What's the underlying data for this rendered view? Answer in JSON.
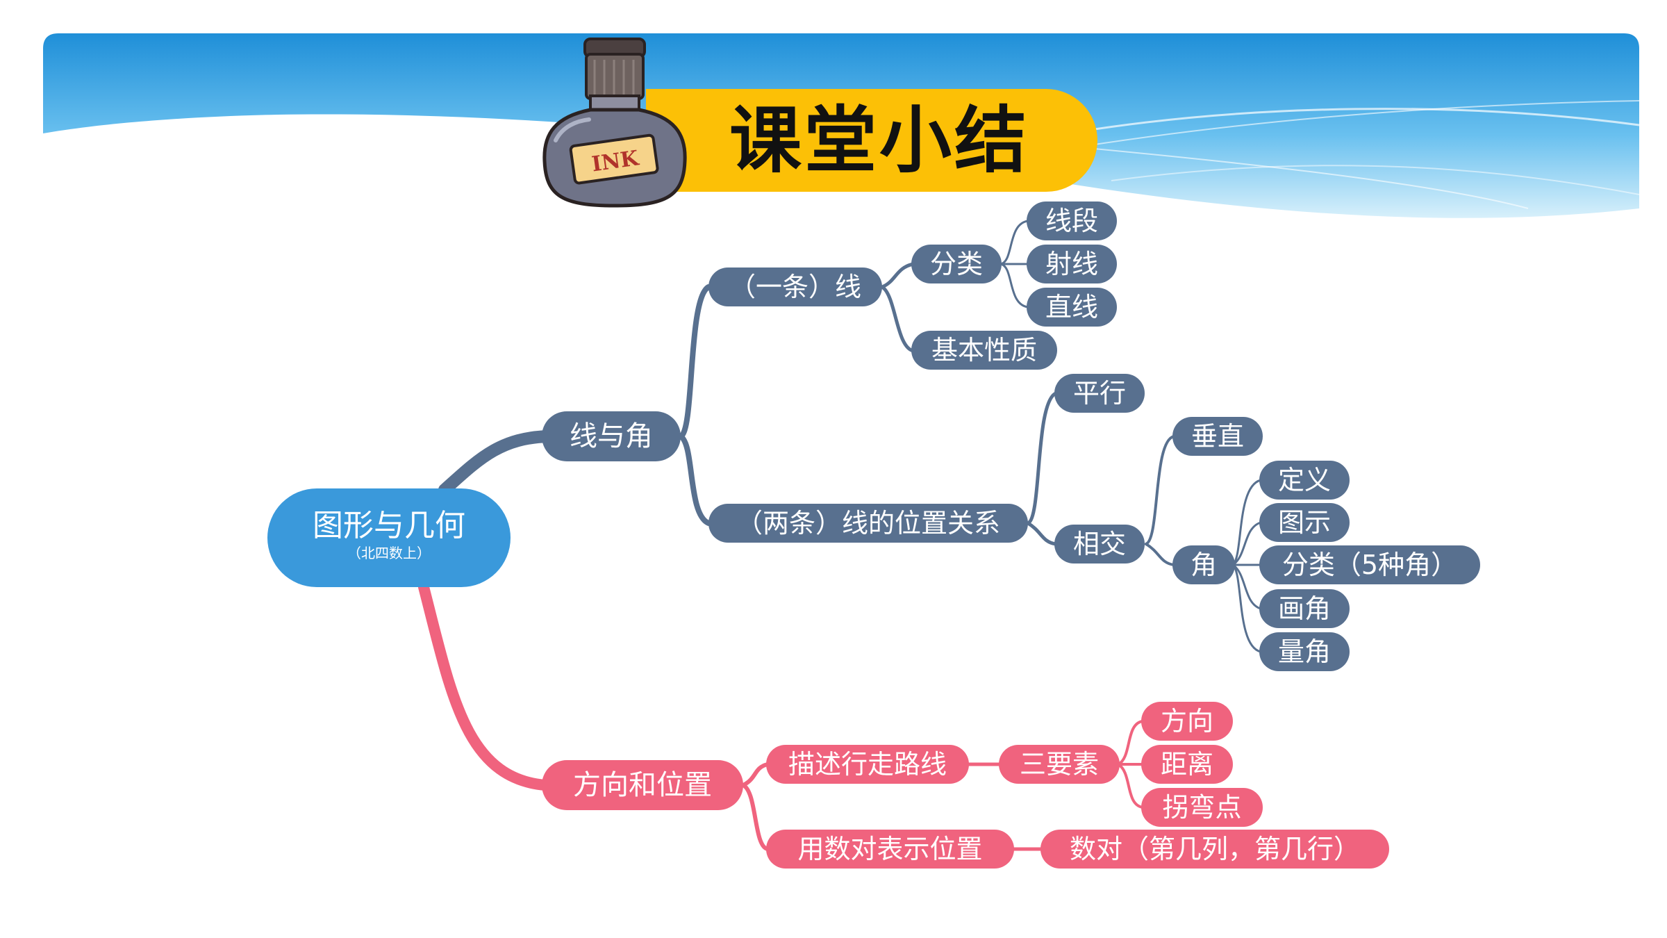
{
  "header": {
    "title": "课堂小结",
    "ink_label": "INK"
  },
  "root": {
    "title": "图形与几何",
    "subtitle": "（北四数上）"
  },
  "lines_angles": {
    "label": "线与角",
    "single_line": {
      "label": "（一条）线",
      "classification": "分类",
      "types": [
        "线段",
        "射线",
        "直线"
      ],
      "property": "基本性质"
    },
    "two_lines": {
      "label": "（两条）线的位置关系",
      "parallel": "平行",
      "intersect": "相交",
      "perpendicular": "垂直",
      "angle": "角",
      "angle_items": [
        "定义",
        "图示",
        "分类（5种角）",
        "画角",
        "量角"
      ]
    }
  },
  "direction_position": {
    "label": "方向和位置",
    "route": {
      "label": "描述行走路线",
      "elements": "三要素",
      "items": [
        "方向",
        "距离",
        "拐弯点"
      ]
    },
    "pairs": {
      "label": "用数对表示位置",
      "detail": "数对（第几列，第几行）"
    }
  },
  "colors": {
    "branch_blue": "#58708F",
    "branch_red": "#F0637E",
    "root_blue": "#3A99DB",
    "title_bg": "#FCC006"
  }
}
